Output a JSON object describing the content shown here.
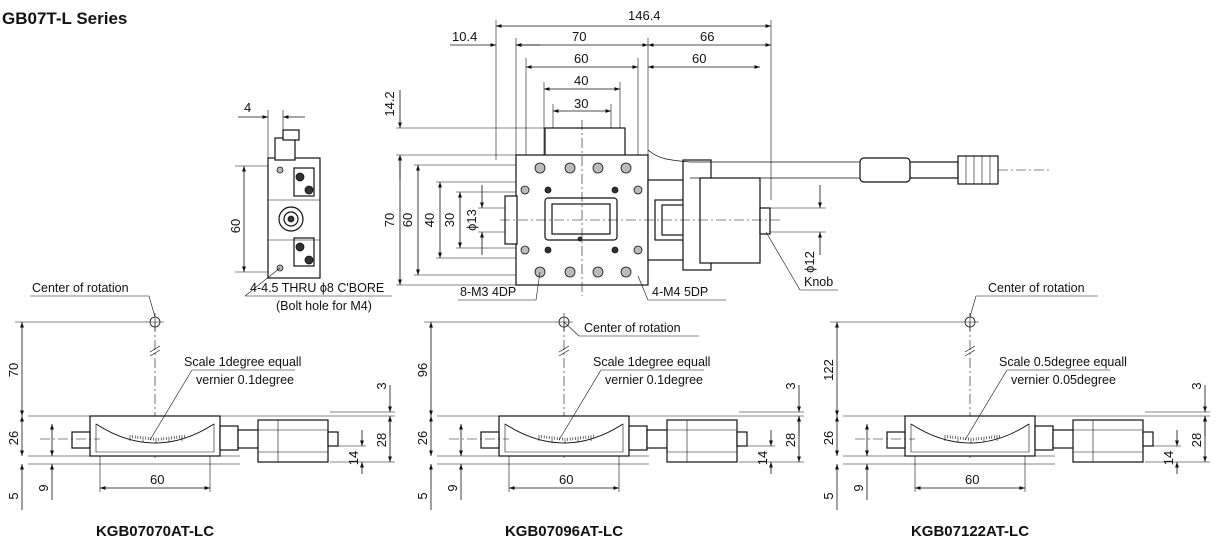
{
  "title": "GB07T-L Series",
  "top": {
    "dims": {
      "total_width": "146.4",
      "offset": "10.4",
      "stage_width": "70",
      "motor_length": "66",
      "width_60": "60",
      "motor_60": "60",
      "width_40": "40",
      "width_30": "30",
      "height_14_2": "14.2",
      "height_70": "70",
      "height_60": "60",
      "height_40": "40",
      "height_30": "30",
      "phi13": "ϕ13",
      "phi12": "ϕ12",
      "side_4": "4",
      "side_60": "60"
    },
    "labels": {
      "bolt_hole": "4-4.5 THRU ϕ8 C'BORE",
      "bolt_hole_note": "(Bolt hole for M4)",
      "m3": "8-M3 4DP",
      "m4": "4-M4 5DP",
      "knob": "Knob"
    }
  },
  "views": [
    {
      "model": "KGB07070AT-LC",
      "center_label": "Center of rotation",
      "scale_line1": "Scale 1degree equall",
      "scale_line2": "vernier 0.1degree",
      "h_radius": "70",
      "h_body": "26",
      "h_base": "5",
      "h_9": "9",
      "h_3": "3",
      "h_28": "28",
      "h_14": "14",
      "w_60": "60"
    },
    {
      "model": "KGB07096AT-LC",
      "center_label": "Center of rotation",
      "scale_line1": "Scale 1degree equall",
      "scale_line2": "vernier 0.1degree",
      "h_radius": "96",
      "h_body": "26",
      "h_base": "5",
      "h_9": "9",
      "h_3": "3",
      "h_28": "28",
      "h_14": "14",
      "w_60": "60"
    },
    {
      "model": "KGB07122AT-LC",
      "center_label": "Center of rotation",
      "scale_line1": "Scale 0.5degree equall",
      "scale_line2": "vernier 0.05degree",
      "h_radius": "122",
      "h_body": "26",
      "h_base": "5",
      "h_9": "9",
      "h_3": "3",
      "h_28": "28",
      "h_14": "14",
      "w_60": "60"
    }
  ]
}
